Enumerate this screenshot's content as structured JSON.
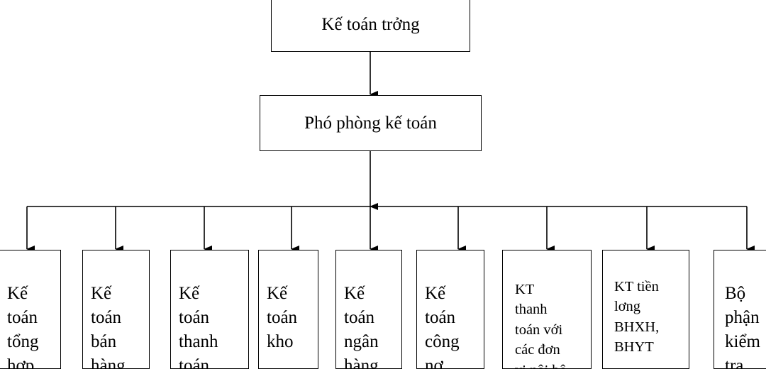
{
  "diagram": {
    "head": "Kế toán trởng",
    "deputy": "Phó phòng kế toán",
    "departments": [
      "Kế\ntoán\ntổng\nhợp",
      "Kế\ntoán\nbán\nhàng",
      "Kế\ntoán\nthanh\ntoán",
      "Kế\ntoán\nkho",
      "Kế\ntoán\nngân\nhàng",
      "Kế\ntoán\ncông\nnợ",
      "KT\nthanh\ntoán với\ncác đơn\nvi nôi bô",
      "KT  tiền\nlơng\nBHXH,\nBHYT",
      "Bộ\nphận\nkiểm\ntra"
    ]
  }
}
